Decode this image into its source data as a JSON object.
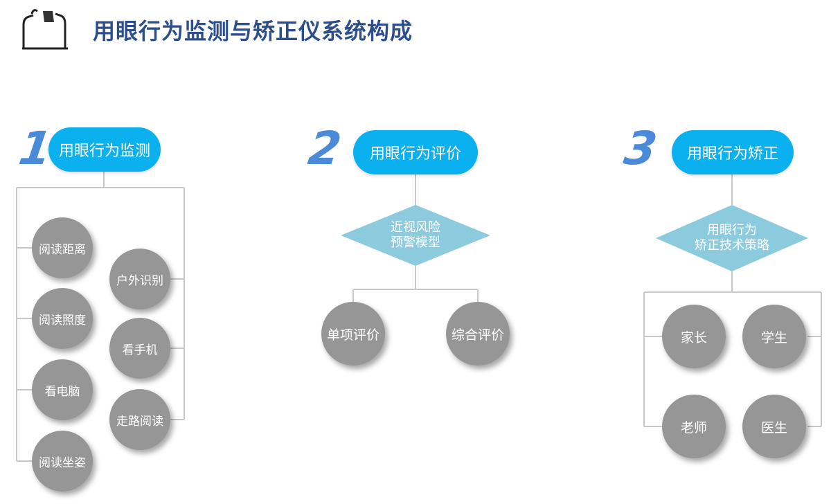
{
  "title": "用眼行为监测与矫正仪系统构成",
  "sections": [
    {
      "number": "1",
      "header": "用眼行为监测",
      "items_left": [
        "阅读距离",
        "阅读照度",
        "看电脑",
        "阅读坐姿"
      ],
      "items_right": [
        "户外识别",
        "看手机",
        "走路阅读"
      ]
    },
    {
      "number": "2",
      "header": "用眼行为评价",
      "diamond": [
        "近视风险",
        "预警模型"
      ],
      "items": [
        "单项评价",
        "综合评价"
      ]
    },
    {
      "number": "3",
      "header": "用眼行为矫正",
      "diamond": [
        "用眼行为",
        "矫正技术策略"
      ],
      "items": [
        "家长",
        "学生",
        "老师",
        "医生"
      ]
    }
  ],
  "colors": {
    "title": "#2d4e8c",
    "pill": "#0bb0ee",
    "diamond": "#8ccbdd",
    "circle": "#969696",
    "number": "#4a8ad9",
    "line": "#c8c8c8"
  }
}
